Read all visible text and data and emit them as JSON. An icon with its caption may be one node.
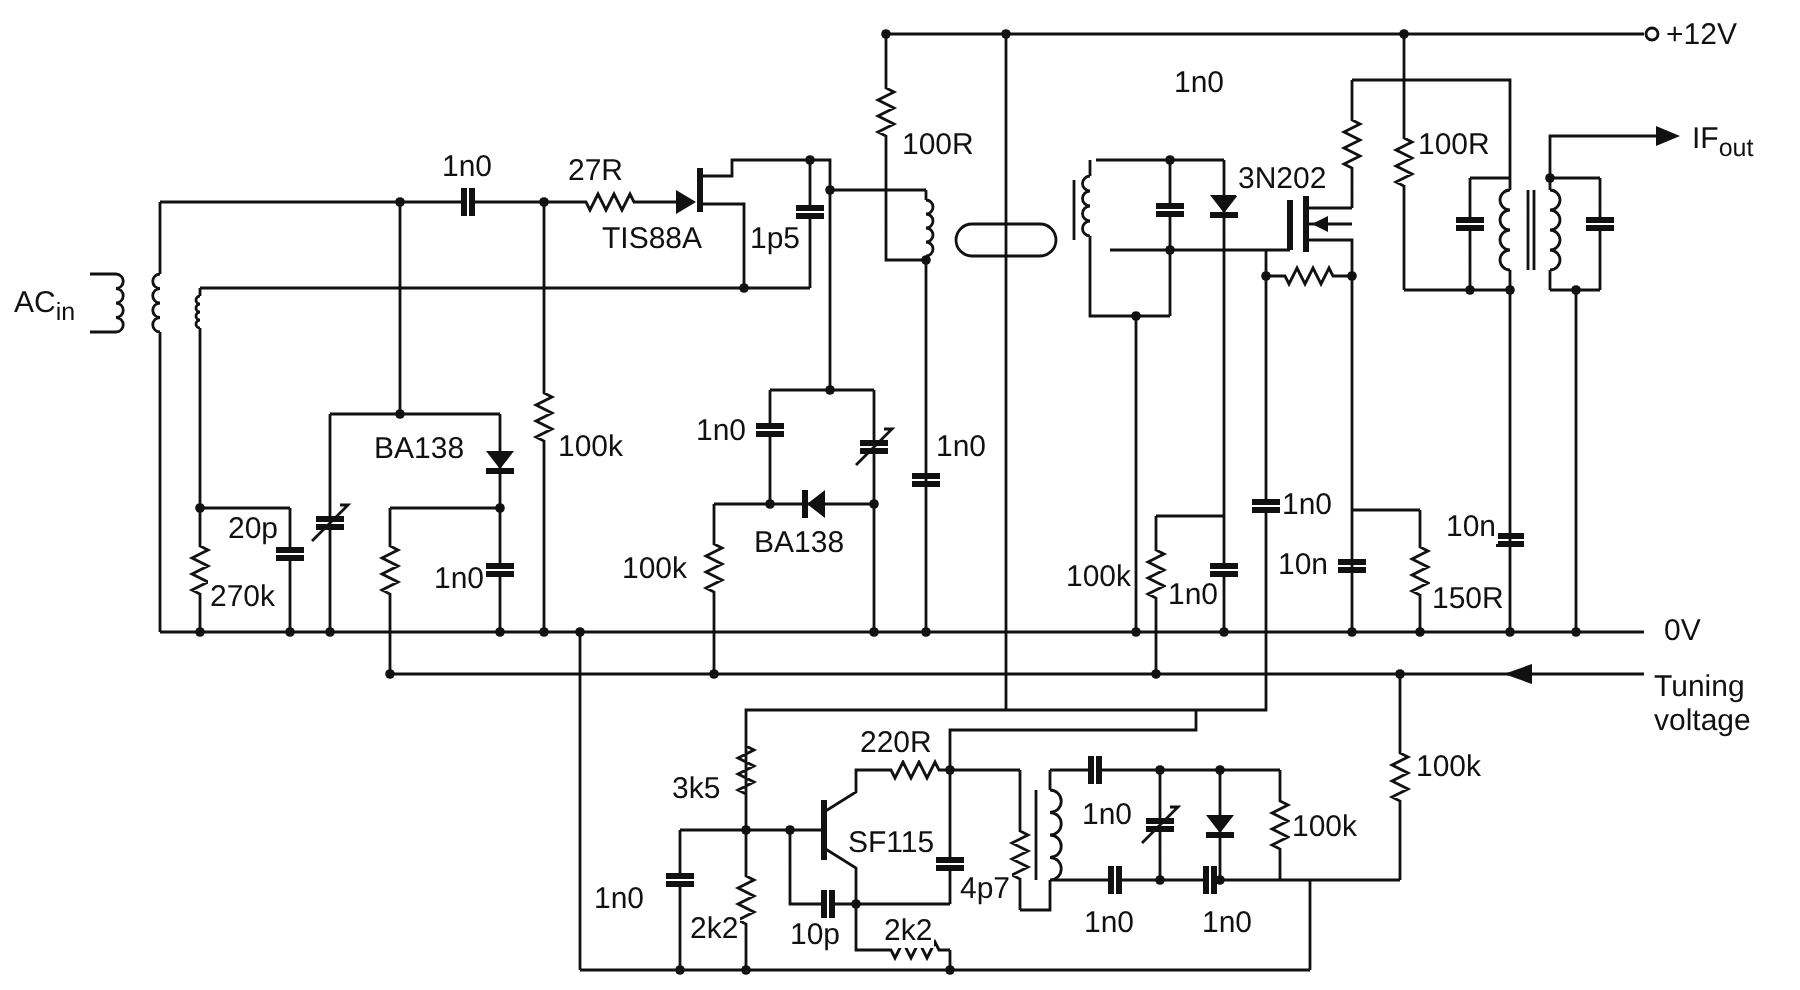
{
  "diagram": {
    "labels": [
      "+12V",
      "1n0",
      "100R",
      "100R",
      "IF$_{out}$",
      "1n0",
      "27R",
      "3N202",
      "TIS88A",
      "1p5",
      "AC$_{in}$",
      "1n0",
      "1n0",
      "BA138",
      "100k",
      "1n0",
      "10n",
      "20p",
      "BA138",
      "100k",
      "100k",
      "10n",
      "1n0",
      "1n0",
      "270k",
      "150R",
      "0V",
      "Tuning voltage",
      "3k5",
      "220R",
      "100k",
      "1n0",
      "SF115",
      "100k",
      "4p7",
      "1n0",
      "1n0",
      "1n0",
      "2k2",
      "10p",
      "2k2"
    ]
  }
}
